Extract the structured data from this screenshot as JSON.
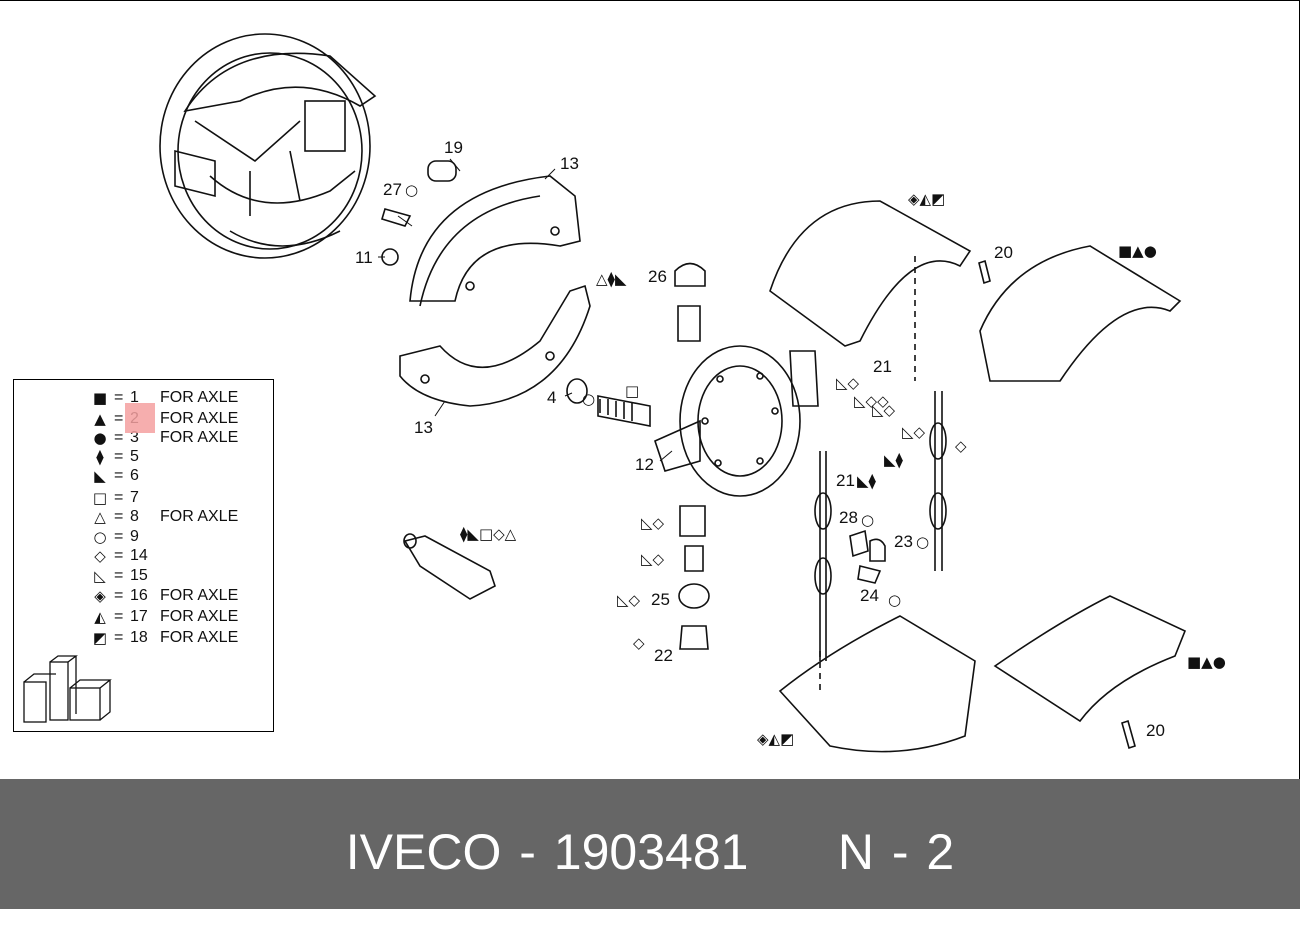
{
  "diagram": {
    "callouts": {
      "c19": "19",
      "c13a": "13",
      "c27": "27",
      "c11": "11",
      "c26": "26",
      "c4": "4",
      "c13b": "13",
      "c12": "12",
      "c21a": "21",
      "c21b": "21",
      "c20a": "20",
      "c28": "28",
      "c23": "23",
      "c24": "24",
      "c25": "25",
      "c22": "22",
      "c20b": "20"
    }
  },
  "legend": {
    "rows": [
      {
        "symbol": "■",
        "eq": "=",
        "num": "1",
        "axle": "FOR AXLE"
      },
      {
        "symbol": "▲",
        "eq": "=",
        "num": "2",
        "axle": "FOR AXLE"
      },
      {
        "symbol": "●",
        "eq": "=",
        "num": "3",
        "axle": "FOR AXLE"
      },
      {
        "symbol": "⧫",
        "eq": "=",
        "num": "5",
        "axle": ""
      },
      {
        "symbol": "◣",
        "eq": "=",
        "num": "6",
        "axle": ""
      },
      {
        "symbol": "□",
        "eq": "=",
        "num": "7",
        "axle": ""
      },
      {
        "symbol": "△",
        "eq": "=",
        "num": "8",
        "axle": "FOR AXLE"
      },
      {
        "symbol": "○",
        "eq": "=",
        "num": "9",
        "axle": ""
      },
      {
        "symbol": "◇",
        "eq": "=",
        "num": "14",
        "axle": ""
      },
      {
        "symbol": "◺",
        "eq": "=",
        "num": "15",
        "axle": ""
      },
      {
        "symbol": "◈",
        "eq": "=",
        "num": "16",
        "axle": "FOR AXLE"
      },
      {
        "symbol": "◭",
        "eq": "=",
        "num": "17",
        "axle": "FOR AXLE"
      },
      {
        "symbol": "◩",
        "eq": "=",
        "num": "18",
        "axle": "FOR AXLE"
      }
    ]
  },
  "footer": {
    "text": "IVECO - 1903481     N - 2"
  },
  "colors": {
    "footer_bg": "#666666",
    "highlight": "#f4a0a0"
  }
}
